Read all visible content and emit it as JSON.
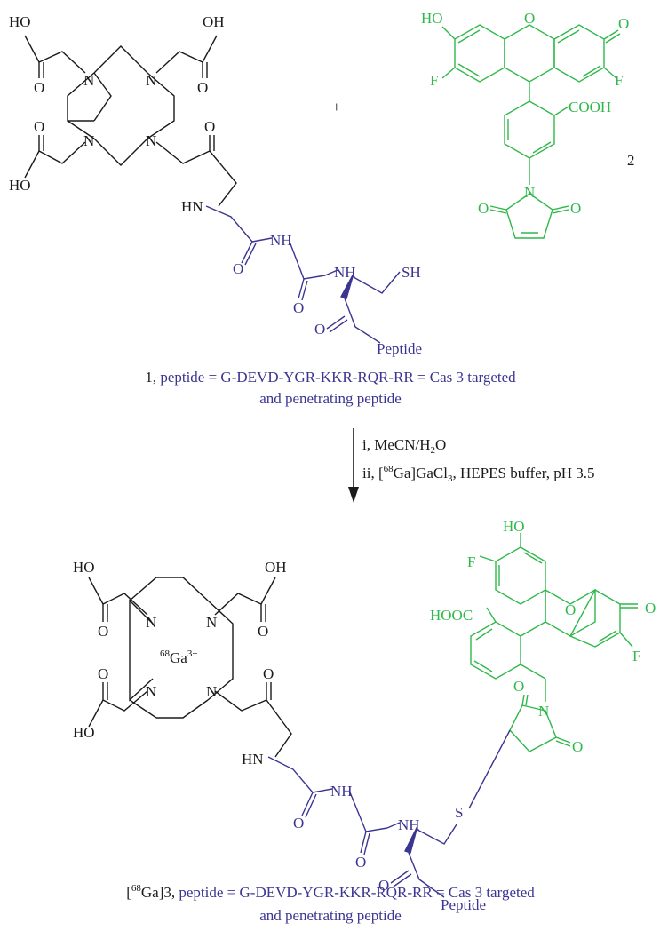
{
  "colors": {
    "black": "#1a1a1a",
    "peptide_blue": "#3b3591",
    "fluor_green": "#2fb84a"
  },
  "reactant1": {
    "labels": {
      "ho_tl": "HO",
      "oh_tr": "OH",
      "o1": "O",
      "o2": "O",
      "n1": "N",
      "n2": "N",
      "n3": "N",
      "n4": "N",
      "o3": "O",
      "ho_bl": "HO",
      "o4": "O",
      "hn": "HN"
    },
    "peptide_labels": {
      "o5": "O",
      "nh1": "NH",
      "o6": "O",
      "nh2": "NH",
      "sh": "SH",
      "o7": "O",
      "peptide": "Peptide"
    }
  },
  "plus": "+",
  "reactant2": {
    "labels": {
      "ho": "HO",
      "o_ring": "O",
      "o_keto": "O",
      "f1": "F",
      "f2": "F",
      "cooh": "COOH",
      "n": "N",
      "o_l": "O",
      "o_r": "O"
    },
    "number": "2"
  },
  "caption1": {
    "prefix": "1, ",
    "line1": "peptide = G-DEVD-YGR-KKR-RQR-RR = Cas 3 targeted",
    "line2": "and penetrating peptide"
  },
  "conditions": {
    "step1_a": "i, MeCN/H",
    "step1_sub": "2",
    "step1_b": "O",
    "step2_a": "ii, [",
    "step2_sup": "68",
    "step2_b": "Ga]GaCl",
    "step2_sub": "3",
    "step2_c": ", HEPES buffer, pH 3.5"
  },
  "product": {
    "labels": {
      "ho_tl": "HO",
      "oh_tr": "OH",
      "o1": "O",
      "o2": "O",
      "n1": "N",
      "n2": "N",
      "n3": "N",
      "n4": "N",
      "ga_sup": "68",
      "ga": "Ga",
      "ga_charge": "3+",
      "o3": "O",
      "ho_bl": "HO",
      "o4": "O",
      "hn": "HN"
    },
    "peptide_labels": {
      "o5": "O",
      "nh1": "NH",
      "o6": "O",
      "nh2": "NH",
      "s": "S",
      "o7": "O",
      "peptide": "Peptide"
    },
    "fluor_labels": {
      "ho": "HO",
      "f1": "F",
      "o_ring": "O",
      "hooc": "HOOC",
      "o_keto": "O",
      "f2": "F",
      "n": "N",
      "o_top": "O",
      "o_right": "O"
    }
  },
  "caption3": {
    "prefix_a": "[",
    "prefix_sup": "68",
    "prefix_b": "Ga]3, ",
    "line1": "peptide = G-DEVD-YGR-KKR-RQR-RR = Cas 3 targeted",
    "line2": "and penetrating peptide"
  }
}
